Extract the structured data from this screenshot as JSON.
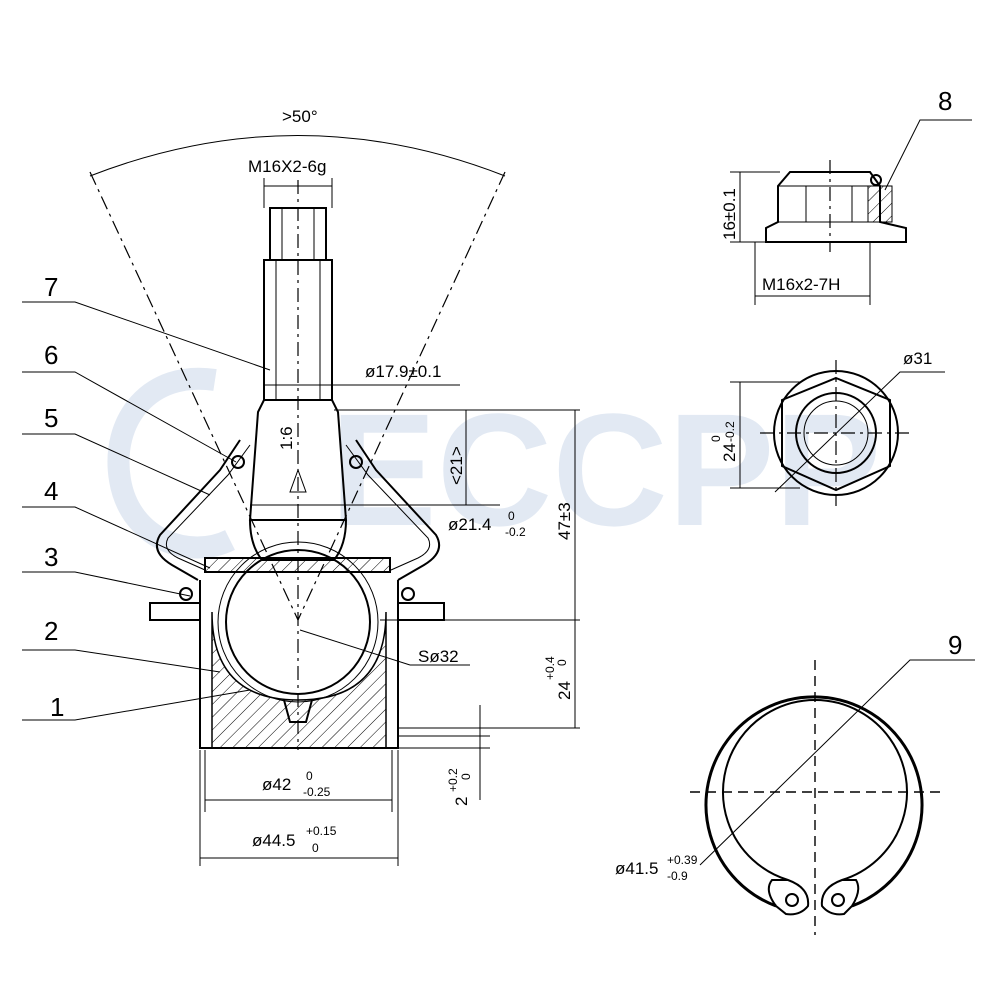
{
  "watermark": "ECCPP",
  "colors": {
    "line": "#000000",
    "watermark": "#dfe7f2",
    "background": "#ffffff"
  },
  "part_numbers": [
    "1",
    "2",
    "3",
    "4",
    "5",
    "6",
    "7",
    "8",
    "9"
  ],
  "dimensions": {
    "angle": ">50°",
    "thread": "M16X2-6g",
    "dia_17": "ø17.9±0.1",
    "taper": "1:6",
    "len_21": "<21>",
    "dia_21_main": "ø21.4",
    "dia_21_sup": "0",
    "dia_21_sub": "-0.2",
    "len_47": "47±3",
    "sphere": "Sø32",
    "len_24_main": "24",
    "len_24_sup": "+0.4",
    "len_24_sub": "0",
    "len_2_main": "2",
    "len_2_sup": "+0.2",
    "len_2_sub": "0",
    "dia_42_main": "ø42",
    "dia_42_sup": "0",
    "dia_42_sub": "-0.25",
    "dia_445_main": "ø44.5",
    "dia_445_sup": "+0.15",
    "dia_445_sub": "0",
    "nut_height": "16±0.1",
    "nut_thread": "M16x2-7H",
    "nut_dia": "ø31",
    "nut_af_main": "24",
    "nut_af_sup": "0",
    "nut_af_sub": "-0.2",
    "ring_main": "ø41.5",
    "ring_sup": "+0.39",
    "ring_sub": "-0.9"
  }
}
